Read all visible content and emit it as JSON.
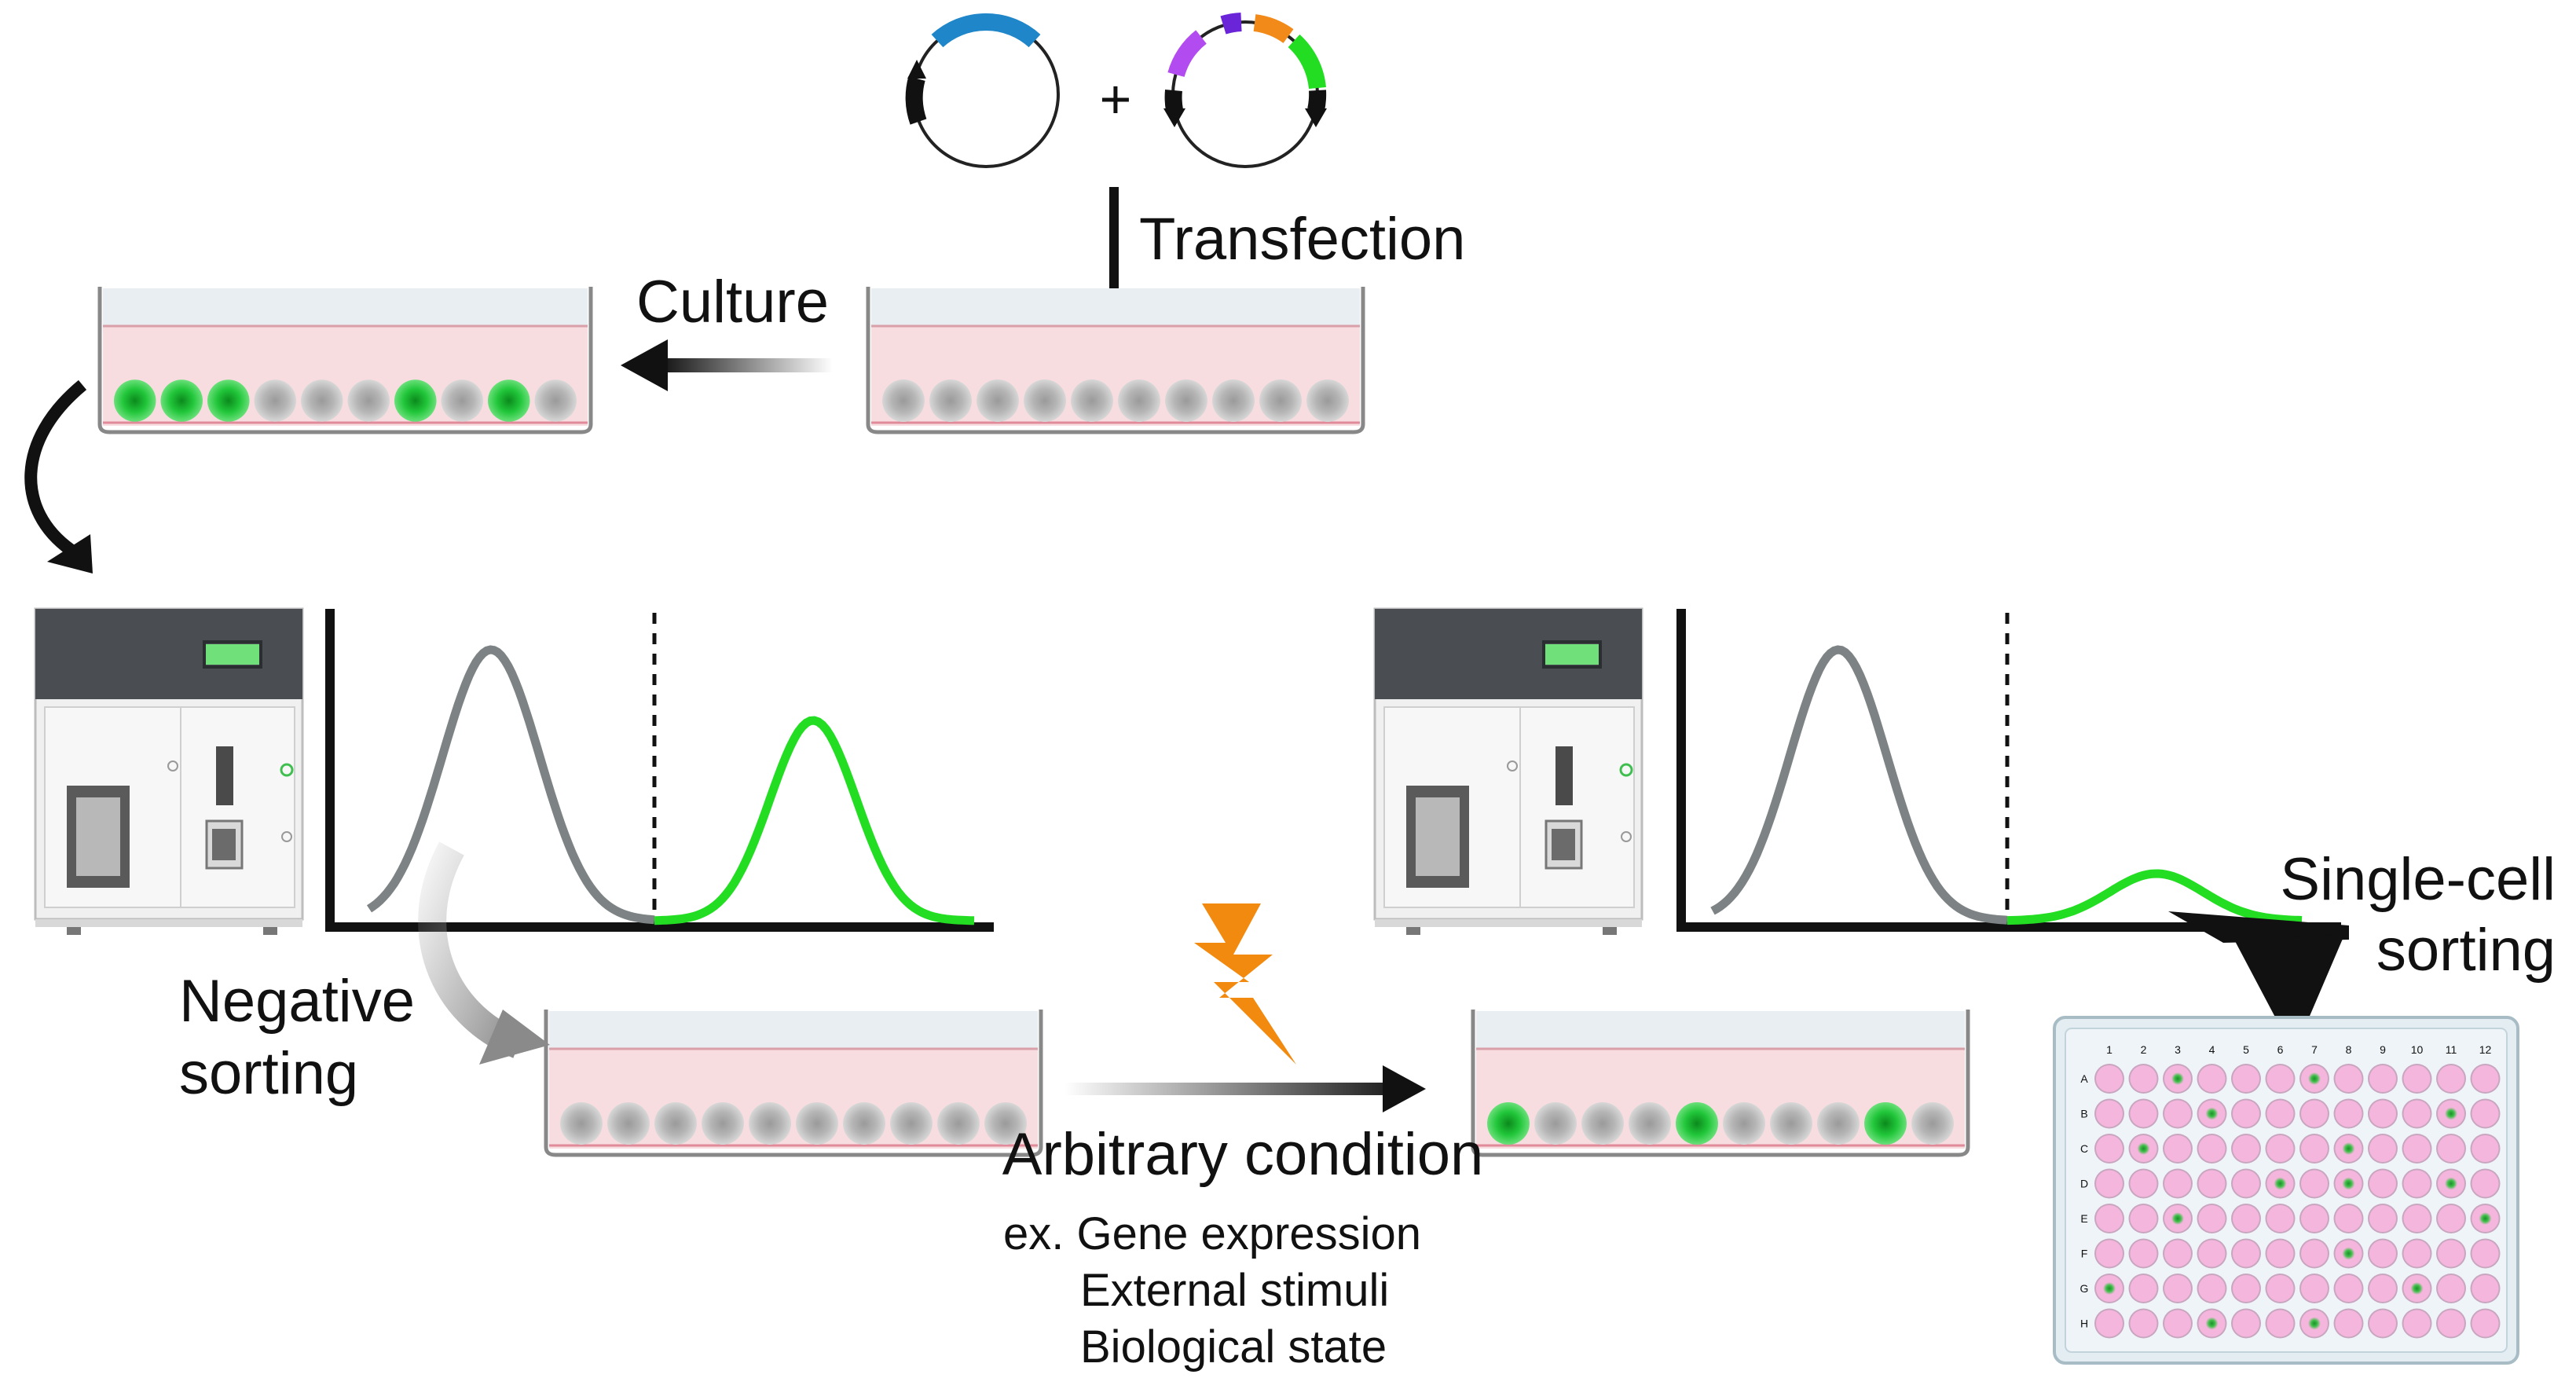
{
  "step_labels": {
    "transfection": "Transfection",
    "culture": "Culture",
    "negative_sorting_line1": "Negative",
    "negative_sorting_line2": "sorting",
    "arbitrary_condition": "Arbitrary condition",
    "single_cell_line1": "Single-cell",
    "single_cell_line2": "sorting",
    "plus_sign": "+"
  },
  "examples": {
    "line1": "ex. Gene expression",
    "line2": "External stimuli",
    "line3": "Biological state"
  },
  "plate": {
    "column_labels": [
      "1",
      "2",
      "3",
      "4",
      "5",
      "6",
      "7",
      "8",
      "9",
      "10",
      "11",
      "12"
    ],
    "row_labels": [
      "A",
      "B",
      "C",
      "D",
      "E",
      "F",
      "G",
      "H"
    ],
    "positive_wells": [
      "A3",
      "A7",
      "B4",
      "B11",
      "C2",
      "C8",
      "D6",
      "D8",
      "D11",
      "E3",
      "E12",
      "F8",
      "G1",
      "G10",
      "H4",
      "H7"
    ]
  },
  "dishes": {
    "transfected": [
      0,
      0,
      0,
      0,
      0,
      0,
      0,
      0,
      0,
      0
    ],
    "cultured": [
      1,
      1,
      1,
      0,
      0,
      0,
      1,
      0,
      1,
      0
    ],
    "negative_sorted": [
      0,
      0,
      0,
      0,
      0,
      0,
      0,
      0,
      0,
      0
    ],
    "after_condition": [
      1,
      0,
      0,
      0,
      1,
      0,
      0,
      0,
      1,
      0
    ]
  },
  "colors": {
    "gfp_green": "#22dd22",
    "gray_curve": "#7d8384",
    "medium_pink": "#f8dde0",
    "well_pink": "#f4b6dc",
    "bolt_orange": "#f28a0f",
    "plasmid_blue": "#1f86c9",
    "plasmid_purple": "#b34cf0",
    "plasmid_orange": "#f28a1a",
    "plasmid_green": "#22dd22"
  },
  "icons": {
    "plasmid": "plasmid-icon",
    "sorter": "cell-sorter-icon",
    "dish": "culture-dish-icon",
    "bolt": "lightning-bolt-icon",
    "plate": "96-well-plate-icon"
  }
}
